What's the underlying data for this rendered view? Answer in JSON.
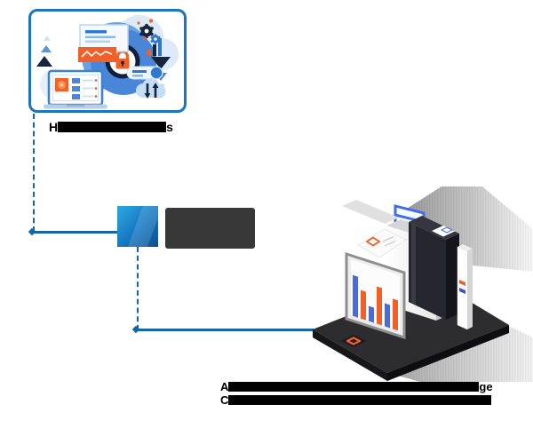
{
  "captions": {
    "source": {
      "prefix": "H",
      "suffix": "s",
      "redacted": true
    },
    "target_line1": {
      "prefix": "A",
      "suffix": "ge",
      "redacted": true
    },
    "target_line2": {
      "prefix": "C",
      "suffix": "",
      "redacted": true
    }
  },
  "logo": {
    "mark": "blue-gradient-square",
    "wordmark": "redacted"
  },
  "colors": {
    "box_border_blue": "#1b75bc",
    "connector_blue": "#1565a8",
    "accent_orange": "#f2602a",
    "navy": "#16243c",
    "primary_blue": "#4a86d8",
    "light_blue": "#cfe3f6",
    "bar_blue": "#4a6bdb",
    "platform_dark": "#2d2d2f",
    "logo_gradient_top": "#2ea7e0",
    "logo_gradient_bottom": "#0b4f8f",
    "redaction_black": "#000000",
    "wordmark_block": "#383838"
  },
  "icons": {
    "source_illustration": [
      "padlock-icon",
      "laptop-icon",
      "gears-icon",
      "mini-bar-chart-icon",
      "search-bar-icon",
      "cloud-sync-arrows-icon",
      "document-card-icon",
      "triangle-markers"
    ],
    "target_illustration": [
      "storage-rack",
      "bar-chart-panel",
      "server-towers",
      "platform-diamond-chip"
    ]
  }
}
